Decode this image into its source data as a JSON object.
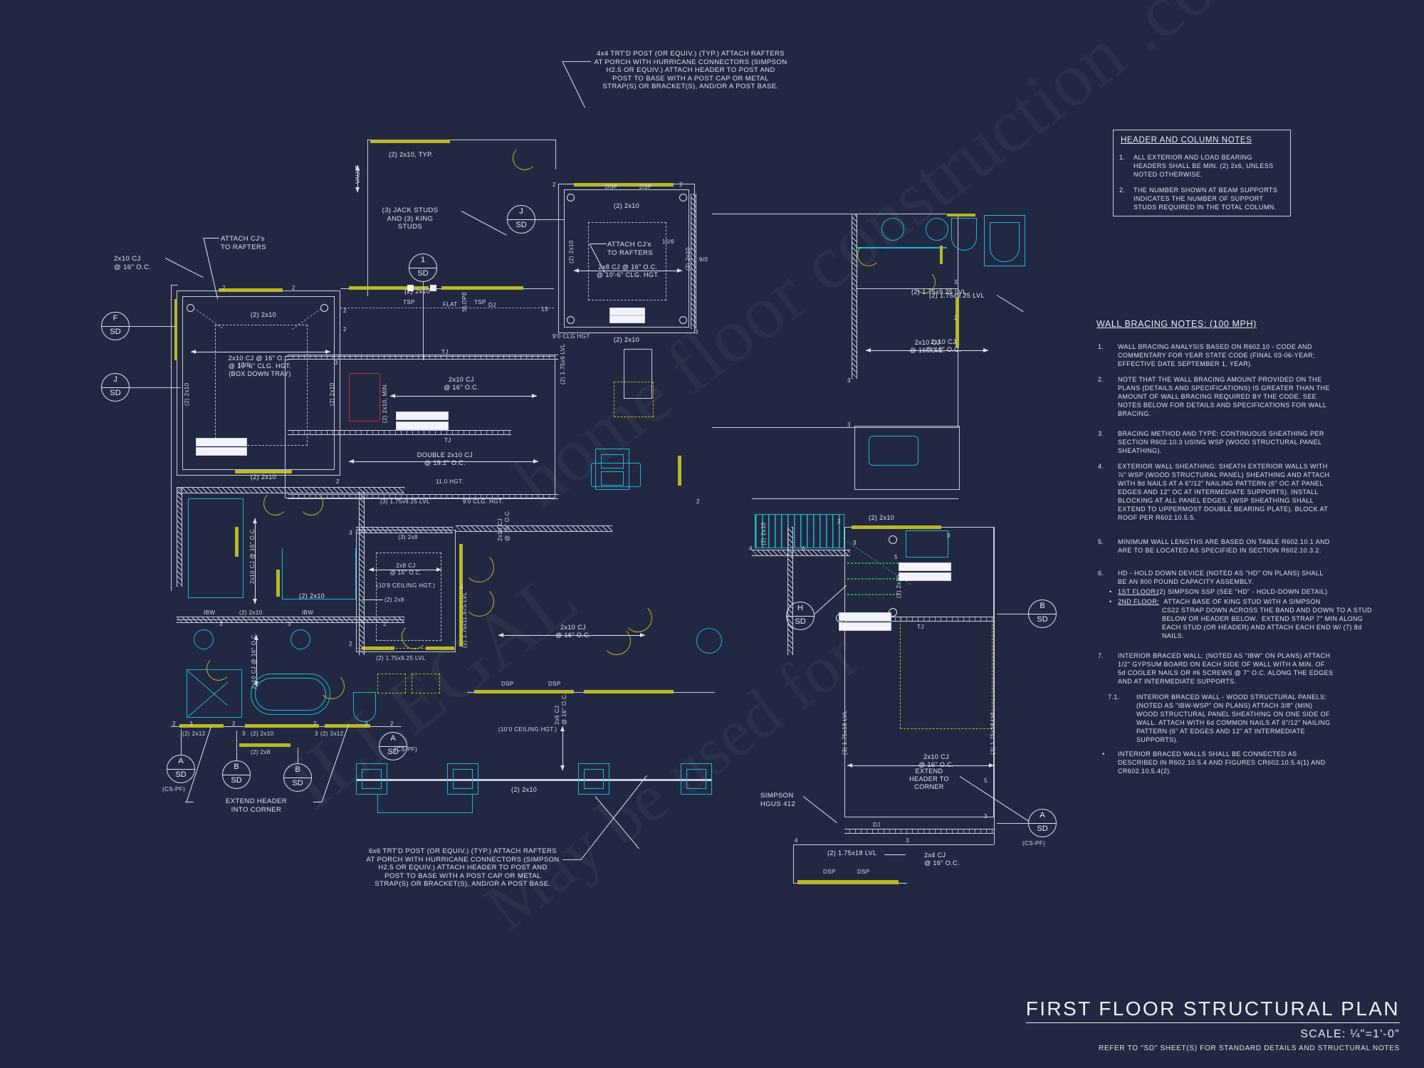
{
  "sheet": {
    "background_color": "#232842",
    "line_color": "#c9cedd",
    "header_color": "#b9b828",
    "fixture_color": "#19b9c8",
    "accent_red": "#c0392b",
    "accent_green": "#2f9d4e"
  },
  "watermark": {
    "line1": "ILLEGAL",
    "line2": "May be used for",
    "line3": "home floor construction .com"
  },
  "title_block": {
    "title": "FIRST FLOOR STRUCTURAL PLAN",
    "scale": "SCALE: ¼\"=1'-0\"",
    "reference": "REFER TO \"SD\" SHEET(S) FOR STANDARD DETAILS AND STRUCTURAL NOTES"
  },
  "header_notes": {
    "title": "HEADER AND COLUMN NOTES",
    "items": [
      {
        "num": "1.",
        "text": "ALL EXTERIOR AND LOAD BEARING\nHEADERS SHALL BE MIN. (2) 2x6, UNLESS\nNOTED OTHERWISE."
      },
      {
        "num": "2.",
        "text": "THE NUMBER SHOWN AT BEAM SUPPORTS\nINDICATES THE NUMBER OF SUPPORT\nSTUDS REQUIRED IN THE TOTAL COLUMN."
      }
    ]
  },
  "wall_bracing_notes": {
    "title": "WALL BRACING NOTES: (100 MPH)",
    "items": [
      {
        "num": "1.",
        "text": "WALL BRACING ANALYSIS BASED ON R602.10 - CODE AND\nCOMMENTARY FOR YEAR STATE CODE (FINAL 03-06-YEAR;\nEFFECTIVE DATE SEPTEMBER 1, YEAR)."
      },
      {
        "num": "2.",
        "text": "NOTE THAT THE WALL BRACING AMOUNT PROVIDED ON THE\nPLANS (DETAILS AND SPECIFICATIONS) IS GREATER THAN THE\nAMOUNT OF WALL BRACING REQUIRED BY THE CODE. SEE\nNOTES BELOW FOR DETAILS AND SPECIFICATIONS FOR WALL\nBRACING."
      },
      {
        "num": "3.",
        "text": "BRACING METHOD AND TYPE: CONTINUOUS SHEATHING PER\nSECTION R602.10.3 USING WSP (WOOD STRUCTURAL PANEL\nSHEATHING)."
      },
      {
        "num": "4.",
        "text": "EXTERIOR WALL SHEATHING: SHEATH EXTERIOR WALLS WITH\n⅞\" WSP (WOOD STRUCTURAL PANEL) SHEATHING AND ATTACH\nWITH 8d NAILS AT A 6\"/12\" NAILING PATTERN (6\" OC AT PANEL\nEDGES AND 12\" OC AT INTERMEDIATE SUPPORTS). INSTALL\nBLOCKING AT ALL PANEL EDGES. (WSP SHEATHING SHALL\nEXTEND TO UPPERMOST DOUBLE BEARING PLATE). BLOCK AT\nROOF PER R602.10.5.5."
      },
      {
        "num": "5.",
        "text": "MINIMUM WALL LENGTHS ARE BASED ON TABLE R602.10.1 AND\nARE TO BE LOCATED AS SPECIFIED IN SECTION R602.10.3.2."
      },
      {
        "num": "6.",
        "text": "HD - HOLD DOWN DEVICE (NOTED AS \"HD\" ON PLANS) SHALL\nBE AN 800 POUND CAPACITY ASSEMBLY."
      },
      {
        "num": "7.",
        "text": "INTERIOR BRACED WALL: (NOTED AS \"IBW\" ON PLANS) ATTACH\n1/2\" GYPSUM BOARD ON EACH SIDE OF WALL WITH A MIN. OF\n5d COOLER NAILS OR #6 SCREWS @ 7\" O.C. ALONG THE EDGES\nAND AT INTERMEDIATE SUPPORTS."
      }
    ],
    "sub_items_6": [
      {
        "bullet": "•",
        "label": "1ST FLOOR:",
        "text": " (2) SIMPSON SSP (SEE \"HD\" - HOLD-DOWN DETAIL)"
      },
      {
        "bullet": "•",
        "label": "2ND FLOOR:",
        "text": " ATTACH BASE OF KING STUD WITH A SIMPSON\nCS22 STRAP DOWN ACROSS THE BAND AND DOWN TO A STUD\nBELOW OR HEADER BELOW.  EXTEND STRAP 7\" MIN ALONG\nEACH STUD (OR HEADER) AND ATTACH EACH END W/ (7) 8d\nNAILS."
      }
    ],
    "sub_items_7": [
      {
        "num": "7.1.",
        "text": "INTERIOR BRACED WALL - WOOD STRUCTURAL PANELS:\n(NOTED AS \"IBW-WSP\" ON PLANS) ATTACH 3/8\" (MIN)\nWOOD STRUCTURAL PANEL SHEATHING ON ONE SIDE OF\nWALL. ATTACH WITH 6d COMMON NAILS AT 6\"/12\" NAILING\nPATTERN (6\" AT EDGES AND 12\" AT INTERMEDIATE\nSUPPORTS)."
      },
      {
        "bullet": "•",
        "text": "INTERIOR BRACED WALLS SHALL BE CONNECTED AS\nDESCRIBED IN R602.10.5.4 AND FIGURES CR602.10.5.4(1) AND\nCR602.10.5.4(2)."
      }
    ]
  },
  "callouts": {
    "top_post": "4x4 TRT'D POST (OR EQUIV.) (TYP.) ATTACH RAFTERS\nAT PORCH WITH HURRICANE CONNECTORS (SIMPSON\nH2.5 OR EQUIV.) ATTACH HEADER TO POST AND\nPOST TO BASE WITH A POST CAP OR METAL\nSTRAP(S) OR BRACKET(S), AND/OR A POST BASE.",
    "bottom_post": "6x6 TRT'D POST (OR EQUIV.) (TYP.) ATTACH RAFTERS\nAT PORCH WITH HURRICANE CONNECTORS (SIMPSON\nH2.5 OR EQUIV.) ATTACH HEADER TO POST AND\nPOST TO BASE WITH A POST CAP OR METAL\nSTRAP(S) OR BRACKET(S), AND/OR A POST BASE.",
    "attach_cj_left": "ATTACH CJ's\nTO RAFTERS",
    "attach_cj_mid": "ATTACH CJ's\nTO RAFTERS",
    "jack_king": "(3) JACK STUDS\nAND (3) KING\nSTUDS",
    "extend_header_corner_left": "EXTEND HEADER\nINTO CORNER",
    "extend_header_corner_right": "EXTEND\nHEADER TO\nCORNER",
    "simpson_hgus": "SIMPSON\nHGUS 412"
  },
  "plan_labels": [
    {
      "id": "l01",
      "text": "2x10 CJ\n@ 16\" O.C."
    },
    {
      "id": "l02",
      "text": "(2) 2x10, TYP."
    },
    {
      "id": "l03",
      "text": "(2) 2x10"
    },
    {
      "id": "l04",
      "text": "2x10 CJ @ 16\" O.C.\n@ 10'-6\" CLG. HGT.\n(BOX DOWN TRAY)"
    },
    {
      "id": "l05",
      "text": "2x8 CJ @ 16\" O.C.\n@ 10'-6\" CLG. HGT."
    },
    {
      "id": "l06",
      "text": "2x10 CJ\n@ 16\" O.C."
    },
    {
      "id": "l07",
      "text": "2x10 CJ\n@ 16\" O.C."
    },
    {
      "id": "l08",
      "text": "DOUBLE 2x10 CJ\n@ 19.2\" O.C."
    },
    {
      "id": "l09",
      "text": "11.0 HGT."
    },
    {
      "id": "l10",
      "text": "(3) 1.75x9.25 LVL"
    },
    {
      "id": "l11",
      "text": "9'0 CLG. HGT."
    },
    {
      "id": "l12",
      "text": "(3) 2x8"
    },
    {
      "id": "l13",
      "text": "2x8 CJ\n@ 16\" O.C."
    },
    {
      "id": "l14",
      "text": "(10'9 CEILING HGT.)"
    },
    {
      "id": "l15",
      "text": "(2) 2x8"
    },
    {
      "id": "l16",
      "text": "(2) 1.75x9.25 LVL"
    },
    {
      "id": "l17",
      "text": "2x10 CJ\n@ 16\" O.C."
    },
    {
      "id": "l18",
      "text": "(2) 1.75x9.25 LVL"
    },
    {
      "id": "l19",
      "text": "2x10 CJ\n@ 16\" O.C."
    },
    {
      "id": "l20",
      "text": "(2) 2x10"
    },
    {
      "id": "l21",
      "text": "(2) 2x12"
    },
    {
      "id": "l22",
      "text": "(2) 2x10"
    },
    {
      "id": "l23",
      "text": "(2) 2x8"
    },
    {
      "id": "l24",
      "text": "(2) 2x12"
    },
    {
      "id": "l25",
      "text": "(2) 2x10"
    },
    {
      "id": "l26",
      "text": "(10'0 CEILING HGT.)"
    },
    {
      "id": "l27",
      "text": "2x6 CJ\n@ 16\" O.C."
    },
    {
      "id": "l28",
      "text": "(2) 1.75x18 LVL"
    },
    {
      "id": "l29",
      "text": "2x4 CJ\n@ 16\" O.C."
    },
    {
      "id": "l30",
      "text": "2x10 CJ\n@ 16\" O.C."
    },
    {
      "id": "l31",
      "text": "9'0 CLG HGT"
    },
    {
      "id": "l32",
      "text": "(9'0 CLG. HGT.)"
    },
    {
      "id": "l33",
      "text": "(2) 2x10"
    },
    {
      "id": "l34",
      "text": "2x8 CJ @ 16\" O.C.\n@ 10'-6\" CLG. HGT."
    },
    {
      "id": "l35",
      "text": "(2) 1.75x9.25 LVL"
    },
    {
      "id": "l36",
      "text": "(2) 2x10"
    },
    {
      "id": "l37",
      "text": "VAULT"
    },
    {
      "id": "l38",
      "text": "SLOPE"
    },
    {
      "id": "l39",
      "text": "FLAT"
    },
    {
      "id": "l40",
      "text": "TSP"
    },
    {
      "id": "l41",
      "text": "TSP"
    },
    {
      "id": "l42",
      "text": "DJ"
    },
    {
      "id": "l43",
      "text": "TJ"
    },
    {
      "id": "l44",
      "text": "TJ"
    },
    {
      "id": "l45",
      "text": "DSP"
    },
    {
      "id": "l46",
      "text": "DSP"
    },
    {
      "id": "l47",
      "text": "DSP"
    },
    {
      "id": "l48",
      "text": "DSP"
    },
    {
      "id": "l49",
      "text": "DSP"
    },
    {
      "id": "l50",
      "text": "DSP"
    },
    {
      "id": "l51",
      "text": "IBW"
    },
    {
      "id": "l52",
      "text": "IBW"
    },
    {
      "id": "l53",
      "text": "TJ"
    },
    {
      "id": "l54",
      "text": "DJ"
    },
    {
      "id": "l55",
      "text": "DJ"
    },
    {
      "id": "l56",
      "text": "(CS-PF)"
    },
    {
      "id": "l57",
      "text": "(CS-PF)"
    },
    {
      "id": "l58",
      "text": "(CS-PF)"
    },
    {
      "id": "l59",
      "text": "10/6"
    },
    {
      "id": "l60",
      "text": "9/0"
    }
  ],
  "vertical_labels": [
    {
      "id": "v1",
      "text": "(2) 2x10"
    },
    {
      "id": "v2",
      "text": "(2) 2x10"
    },
    {
      "id": "v3",
      "text": "(2) 2x10"
    },
    {
      "id": "v4",
      "text": "(2) 2x10"
    },
    {
      "id": "v5",
      "text": "(2) 1.75x6 LVL"
    },
    {
      "id": "v6",
      "text": "(2) 2x10"
    },
    {
      "id": "v7",
      "text": "(2) 2x10"
    },
    {
      "id": "v8",
      "text": "(2) 2x10, MIN."
    },
    {
      "id": "v9",
      "text": "2x10 CJ\n@ 16\" O.C."
    },
    {
      "id": "v10",
      "text": "2x10 CJ @ 16\" O.C."
    },
    {
      "id": "v11",
      "text": "(2) 1.75x11.875 LVL"
    },
    {
      "id": "v12",
      "text": "2x10 CJ @ 16\" O.C."
    },
    {
      "id": "v13",
      "text": "(3) 1.75x18 LVL"
    },
    {
      "id": "v14",
      "text": "(3) 1.75x18 LVL"
    },
    {
      "id": "v15",
      "text": "(2) 2x10"
    },
    {
      "id": "v16",
      "text": "(2) 2x8"
    }
  ],
  "detail_bubbles": [
    {
      "id": "b1",
      "up": "F",
      "dn": "SD"
    },
    {
      "id": "b2",
      "up": "J",
      "dn": "SD"
    },
    {
      "id": "b3",
      "up": "1",
      "dn": "SD"
    },
    {
      "id": "b4",
      "up": "J",
      "dn": "SD"
    },
    {
      "id": "b5",
      "up": "A",
      "dn": "SD"
    },
    {
      "id": "b6",
      "up": "B",
      "dn": "SD"
    },
    {
      "id": "b7",
      "up": "B",
      "dn": "SD"
    },
    {
      "id": "b8",
      "up": "A",
      "dn": "SD"
    },
    {
      "id": "b9",
      "up": "H",
      "dn": "SD"
    },
    {
      "id": "b10",
      "up": "B",
      "dn": "SD"
    },
    {
      "id": "b11",
      "up": "A",
      "dn": "SD"
    }
  ],
  "stud_counts": [
    {
      "id": "s1",
      "n": "2"
    },
    {
      "id": "s2",
      "n": "2"
    },
    {
      "id": "s3",
      "n": "3"
    },
    {
      "id": "s4",
      "n": "2"
    },
    {
      "id": "s5",
      "n": "2"
    },
    {
      "id": "s6",
      "n": "2"
    },
    {
      "id": "s7",
      "n": "2"
    },
    {
      "id": "s8",
      "n": "3"
    },
    {
      "id": "s9",
      "n": "3"
    },
    {
      "id": "s10",
      "n": "2"
    },
    {
      "id": "s11",
      "n": "3"
    },
    {
      "id": "s12",
      "n": "3"
    },
    {
      "id": "s13",
      "n": "2"
    },
    {
      "id": "s14",
      "n": "4"
    },
    {
      "id": "s15",
      "n": "3"
    },
    {
      "id": "s16",
      "n": "2"
    },
    {
      "id": "s17",
      "n": "3"
    },
    {
      "id": "s18",
      "n": "3"
    },
    {
      "id": "s19",
      "n": "2"
    },
    {
      "id": "s20",
      "n": "2"
    },
    {
      "id": "s21",
      "n": "3"
    },
    {
      "id": "s22",
      "n": "4"
    },
    {
      "id": "s23",
      "n": "6"
    },
    {
      "id": "s24",
      "n": "3"
    },
    {
      "id": "s25",
      "n": "3"
    },
    {
      "id": "s26",
      "n": "5"
    },
    {
      "id": "s27",
      "n": "3"
    },
    {
      "id": "s28",
      "n": "4"
    },
    {
      "id": "s29",
      "n": "3"
    },
    {
      "id": "s30",
      "n": "2"
    },
    {
      "id": "s31",
      "n": "3"
    },
    {
      "id": "s32",
      "n": "3"
    },
    {
      "id": "s33",
      "n": "2"
    },
    {
      "id": "s34",
      "n": "3"
    },
    {
      "id": "s35",
      "n": "2"
    },
    {
      "id": "s36",
      "n": "13"
    }
  ]
}
